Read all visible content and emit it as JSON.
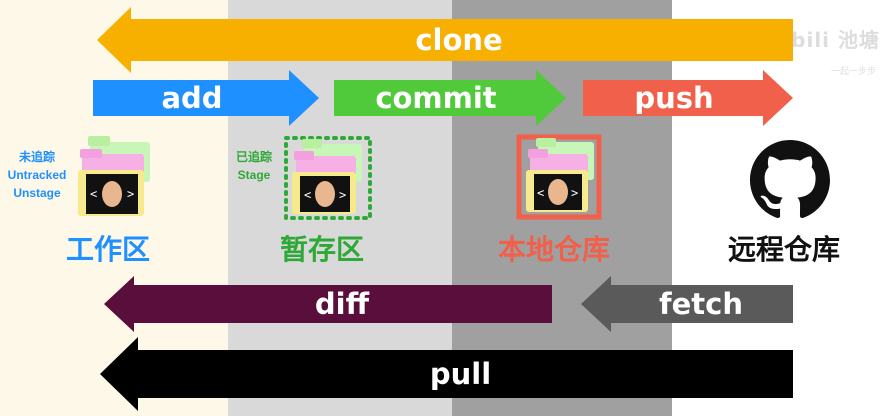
{
  "columns": {
    "workspace": {
      "title": "工作区",
      "title_color": "#1E90FF",
      "status_lines": [
        "未追踪",
        "Untracked",
        "Unstage"
      ],
      "status_color": "#1E90FF"
    },
    "staging": {
      "title": "暂存区",
      "title_color": "#2EA836",
      "status_lines": [
        "已追踪",
        "Stage"
      ],
      "status_color": "#2EA836"
    },
    "local_repo": {
      "title": "本地仓库",
      "title_color": "#F0604A"
    },
    "remote_repo": {
      "title": "远程仓库",
      "title_color": "#111111"
    }
  },
  "arrows": {
    "clone": {
      "label": "clone",
      "color": "#F7B000"
    },
    "add": {
      "label": "add",
      "color": "#1E90FF"
    },
    "commit": {
      "label": "commit",
      "color": "#50C93A"
    },
    "push": {
      "label": "push",
      "color": "#F0604A"
    },
    "diff": {
      "label": "diff",
      "color": "#5A0E3C"
    },
    "fetch": {
      "label": "fetch",
      "color": "#5A5A5A"
    },
    "pull": {
      "label": "pull",
      "color": "#000000"
    }
  },
  "icons": {
    "folder": "folder-code-icon",
    "github": "github-icon"
  },
  "watermark": {
    "text": "bilibili 池塘",
    "sub": "一起一步步"
  }
}
